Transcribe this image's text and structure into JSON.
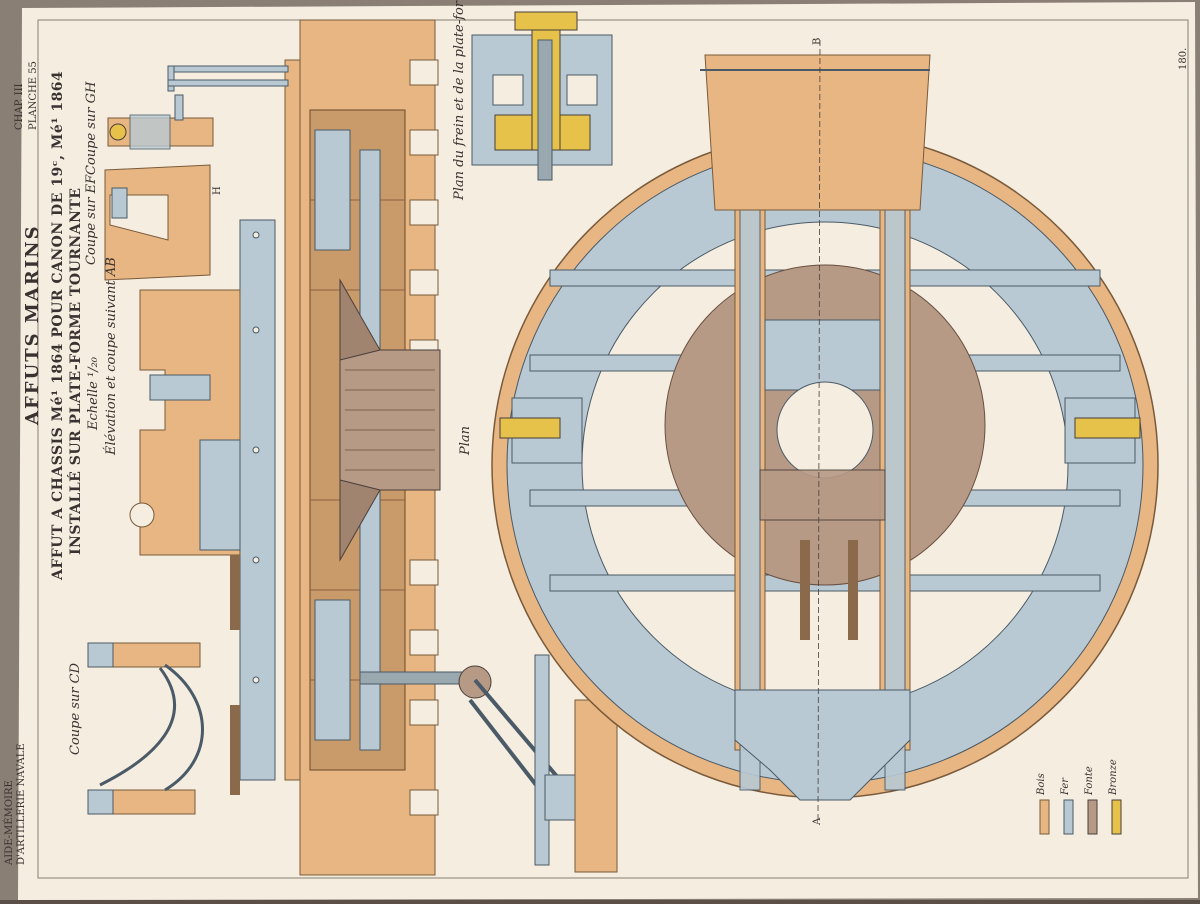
{
  "plate": {
    "side_title": "AFFUTS MARINS",
    "main_title": "AFFUT A CHASSIS Mé¹ 1864 POUR CANON DE 19ᶜ, Mé¹ 1864",
    "subtitle": "INSTALLÉ SUR PLATE-FORME TOURNANTE",
    "scale": "Echelle ¹/₂₀",
    "chapter": "CHAP. III",
    "planche": "PLANCHE 55",
    "page_number": "180.",
    "bottom_left_line1": "AIDE-MÉMOIRE",
    "bottom_left_line2": "D'ARTILLERIE NAVALE"
  },
  "labels": {
    "elevation": "Élévation et coupe suivant AB",
    "coupe_gh": "Coupe sur GH",
    "coupe_ef": "Coupe sur EF",
    "coupe_cd": "Coupe sur CD",
    "plan": "Plan",
    "plan_frein": "Plan du frein et de la plate-forme",
    "section_a": "A",
    "section_b": "B",
    "section_h": "H"
  },
  "legend": {
    "items": [
      {
        "label": "Bois",
        "color": "#e7b683"
      },
      {
        "label": "Fer",
        "color": "#b8c9d4"
      },
      {
        "label": "Fonte",
        "color": "#b79a86"
      },
      {
        "label": "Bronze",
        "color": "#e6c24a"
      }
    ]
  },
  "colors": {
    "paper": "#f4ede0",
    "wood": "#e7b683",
    "iron": "#b8c9d4",
    "cast": "#b79a86",
    "bronze": "#e6c24a",
    "ink": "#4a3f3a"
  }
}
